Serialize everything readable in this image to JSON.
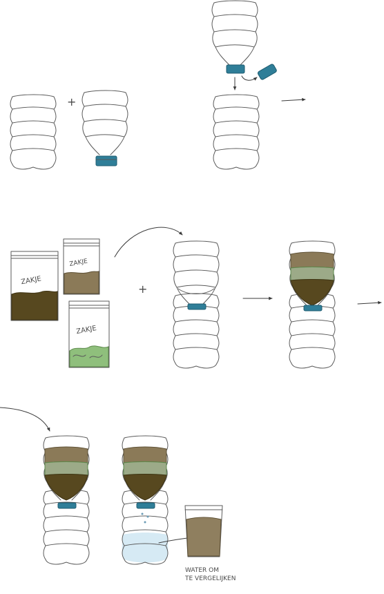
{
  "labels": {
    "bag": "ZAKJE",
    "compare_line1": "WATER OM",
    "compare_line2": "TE VERGELIJKEN"
  },
  "colors": {
    "cap": "#2f7e98",
    "soil_dark": "#57481f",
    "soil_light": "#8b7a58",
    "gravel": "#9caa88",
    "leaves": "#8fbf7c",
    "water": "#d6eaf4",
    "muddy_water": "#8f7f5f",
    "line": "#5a5a5a"
  },
  "icons": {
    "plus": "+",
    "arrow": "→"
  }
}
